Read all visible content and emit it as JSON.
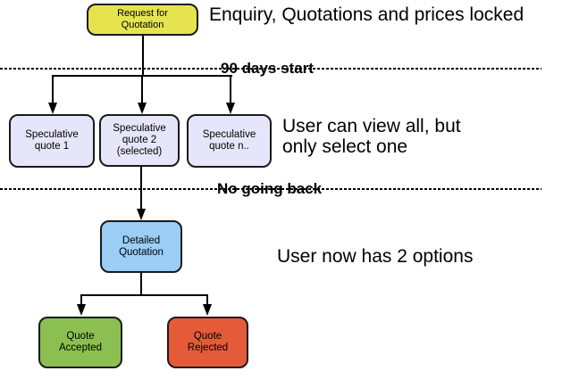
{
  "flowchart": {
    "nodes": [
      {
        "id": "request-for-quotation",
        "label": "Request for\nQuotation",
        "color": "#e5e44f"
      },
      {
        "id": "speculative-quote-1",
        "label": "Speculative\nquote 1",
        "color": "#e6e6fa"
      },
      {
        "id": "speculative-quote-2",
        "label": "Speculative\nquote 2\n(selected)",
        "color": "#e6e6fa"
      },
      {
        "id": "speculative-quote-n",
        "label": "Speculative\nquote n..",
        "color": "#e6e6fa"
      },
      {
        "id": "detailed-quotation",
        "label": "Detailed\nQuotation",
        "color": "#9bcdf5"
      },
      {
        "id": "quote-accepted",
        "label": "Quote\nAccepted",
        "color": "#8cbf52"
      },
      {
        "id": "quote-rejected",
        "label": "Quote\nRejected",
        "color": "#e55b3a"
      }
    ],
    "annotations": [
      {
        "text": "Enquiry, Quotations and prices locked"
      },
      {
        "text": "User can view all, but\nonly select one"
      },
      {
        "text": "User now has 2 options"
      }
    ],
    "phase_labels": [
      {
        "text": "90 days start"
      },
      {
        "text": "No going back"
      }
    ],
    "colors": {
      "connector": "#000000",
      "node_border": "#1a1a1a",
      "background": "#ffffff"
    }
  }
}
